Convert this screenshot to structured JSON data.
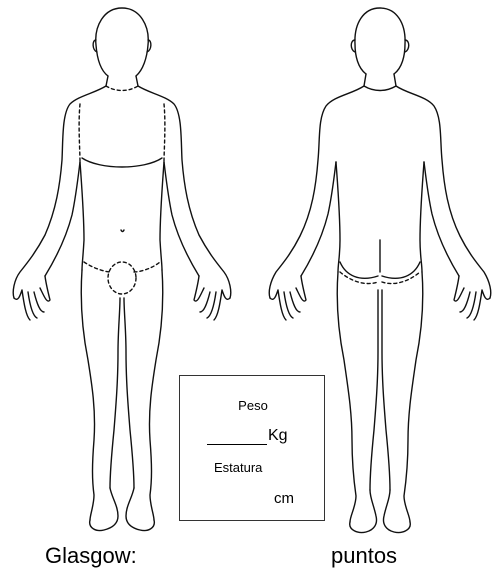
{
  "form": {
    "peso_label": "Peso",
    "kg_unit": "Kg",
    "estatura_label": "Estatura",
    "cm_unit": "cm",
    "glasgow_label": "Glasgow:",
    "puntos_label": "puntos"
  },
  "figures": {
    "front": "front-body-outline",
    "back": "back-body-outline"
  }
}
